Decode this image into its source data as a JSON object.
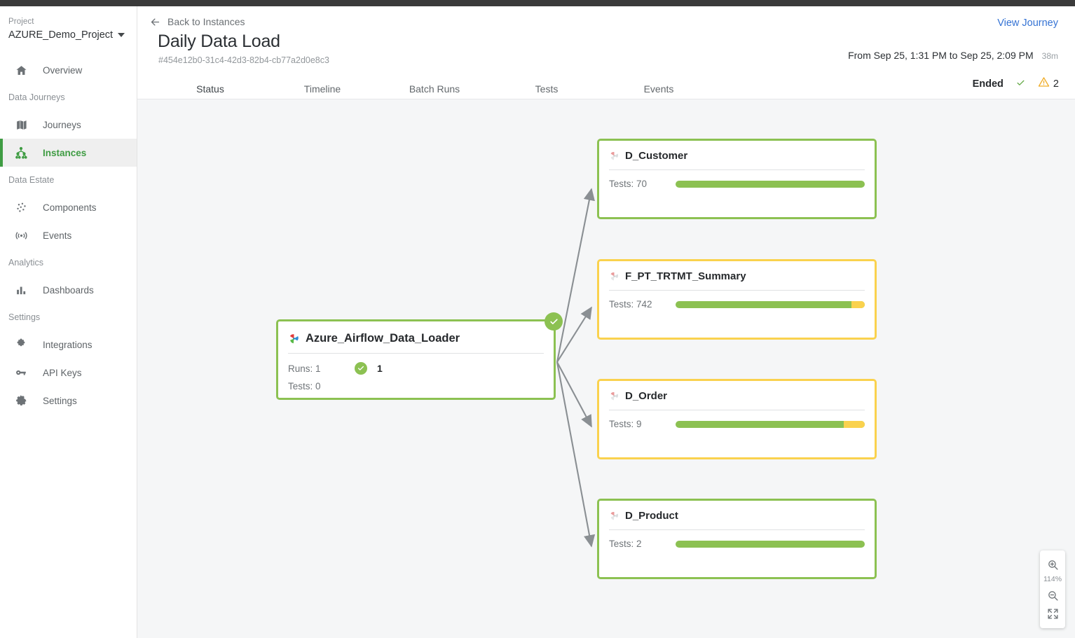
{
  "sidebar": {
    "project_label": "Project",
    "project_name": "AZURE_Demo_Project",
    "items": [
      {
        "label": "Overview",
        "icon": "home-icon"
      },
      {
        "label": "Journeys",
        "icon": "map-icon"
      },
      {
        "label": "Instances",
        "icon": "journey-tree-icon"
      },
      {
        "label": "Components",
        "icon": "components-icon"
      },
      {
        "label": "Events",
        "icon": "broadcast-icon"
      },
      {
        "label": "Dashboards",
        "icon": "bar-chart-icon"
      },
      {
        "label": "Integrations",
        "icon": "puzzle-icon"
      },
      {
        "label": "API Keys",
        "icon": "key-icon"
      },
      {
        "label": "Settings",
        "icon": "gear-icon"
      }
    ],
    "sections": {
      "data_journeys": "Data Journeys",
      "data_estate": "Data Estate",
      "analytics": "Analytics",
      "settings": "Settings"
    },
    "active_item": "Instances",
    "accent_color": "#3f9c43"
  },
  "header": {
    "back_label": "Back to Instances",
    "title": "Daily Data Load",
    "instance_id": "#454e12b0-31c4-42d3-82b4-cb77a2d0e8c3",
    "view_journey": "View Journey",
    "time_range": "From Sep 25, 1:31 PM to Sep 25, 2:09 PM",
    "duration": "38m",
    "run_state": "Ended",
    "ok_icon": "check-icon",
    "warning_icon": "warning-triangle-icon",
    "warning_count": "2",
    "link_color": "#3573d4",
    "warning_color": "#fad24e"
  },
  "tabs": [
    {
      "label": "Status",
      "active": true
    },
    {
      "label": "Timeline",
      "active": false
    },
    {
      "label": "Batch Runs",
      "active": false
    },
    {
      "label": "Tests",
      "active": false
    },
    {
      "label": "Events",
      "active": false
    }
  ],
  "graph": {
    "source_node": {
      "name": "Azure_Airflow_Data_Loader",
      "icon": "airflow-pinwheel-icon",
      "status": "success",
      "badge_icon": "check-circle-icon",
      "runs_label": "Runs: 1",
      "runs_ok_count": "1",
      "tests_label": "Tests: 0"
    },
    "target_nodes": [
      {
        "name": "D_Customer",
        "icon": "airflow-pinwheel-icon",
        "status": "success",
        "tests_label": "Tests: 70",
        "bar_warn_percent": 0
      },
      {
        "name": "F_PT_TRTMT_Summary",
        "icon": "airflow-pinwheel-icon",
        "status": "warning",
        "tests_label": "Tests: 742",
        "bar_warn_percent": 7
      },
      {
        "name": "D_Order",
        "icon": "airflow-pinwheel-icon",
        "status": "warning",
        "tests_label": "Tests: 9",
        "bar_warn_percent": 11
      },
      {
        "name": "D_Product",
        "icon": "airflow-pinwheel-icon",
        "status": "success",
        "tests_label": "Tests: 2",
        "bar_warn_percent": 0
      }
    ],
    "success_color": "#8cc152",
    "warning_color": "#fad24e",
    "edge_color": "#8a8f93",
    "canvas_color": "#f5f6f7"
  },
  "zoom_controls": {
    "zoom_in_icon": "zoom-in-icon",
    "level": "114%",
    "zoom_out_icon": "zoom-out-icon",
    "fit_icon": "fit-screen-icon"
  }
}
